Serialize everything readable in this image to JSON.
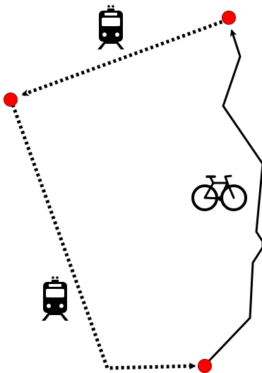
{
  "colors": {
    "background": "#ffffff",
    "stroke": "#000000",
    "node_fill": "#ff0000",
    "node_outline": "#8b0000",
    "icon_fill": "#000000",
    "icon_window": "#ffffff"
  },
  "nodes": [
    {
      "id": "node-top-right"
    },
    {
      "id": "node-left"
    },
    {
      "id": "node-bottom"
    }
  ],
  "edges": [
    {
      "id": "route-train-top",
      "from": "node-top-right",
      "to": "node-left",
      "style": "dotted",
      "arrow": "end",
      "mode": "train"
    },
    {
      "id": "route-train-left",
      "from": "node-left",
      "to": "node-bottom",
      "style": "dotted",
      "arrow": "end",
      "mode": "train"
    },
    {
      "id": "route-bike",
      "from": "node-bottom",
      "to": "node-top-right",
      "style": "solid",
      "arrow": "end",
      "mode": "bicycle"
    }
  ],
  "icons": [
    {
      "id": "train-icon-top",
      "type": "train-icon"
    },
    {
      "id": "train-icon-left",
      "type": "train-icon"
    },
    {
      "id": "bicycle-icon",
      "type": "bicycle-icon"
    }
  ]
}
